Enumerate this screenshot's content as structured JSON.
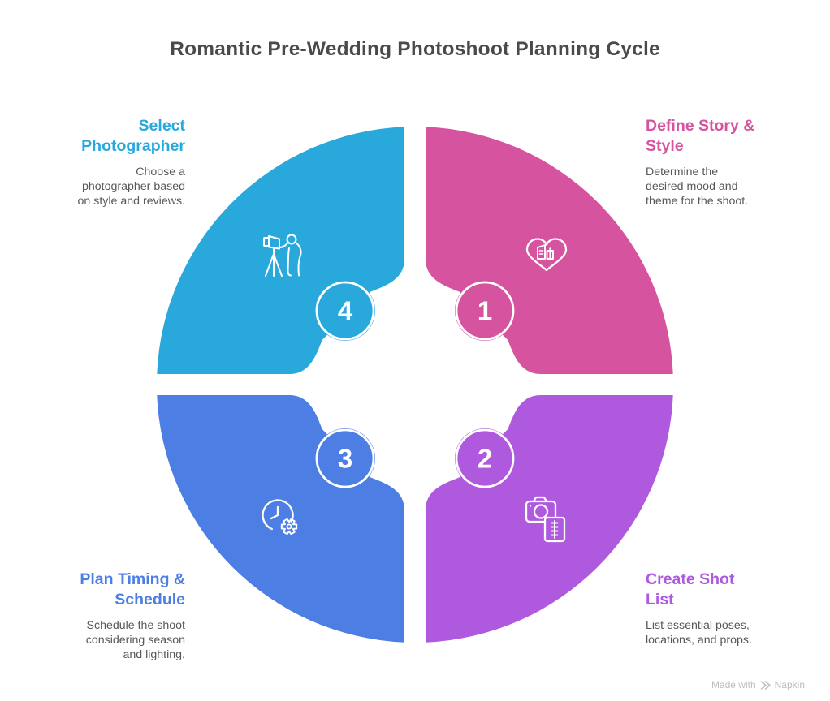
{
  "title": "Romantic Pre-Wedding Photoshoot Planning Cycle",
  "watermark": {
    "text": "Made with",
    "brand": "Napkin"
  },
  "steps": [
    {
      "number": "1",
      "position": "top-right",
      "color": "#D6549F",
      "title_lines": [
        "Define Story &",
        "Style"
      ],
      "desc_lines": [
        "Determine the",
        "desired mood and",
        "theme for the shoot."
      ],
      "icon": "heart-story-icon"
    },
    {
      "number": "2",
      "position": "bottom-right",
      "color": "#AF59DF",
      "title_lines": [
        "Create Shot",
        "List"
      ],
      "desc_lines": [
        "List essential poses,",
        "locations, and props."
      ],
      "icon": "camera-shot-list-icon"
    },
    {
      "number": "3",
      "position": "bottom-left",
      "color": "#4C7EE4",
      "title_lines": [
        "Plan Timing &",
        "Schedule"
      ],
      "desc_lines": [
        "Schedule the shoot",
        "considering season",
        "and lighting."
      ],
      "icon": "clock-gear-icon"
    },
    {
      "number": "4",
      "position": "top-left",
      "color": "#29A8DC",
      "title_lines": [
        "Select",
        "Photographer"
      ],
      "desc_lines": [
        "Choose a",
        "photographer based",
        "on style and reviews."
      ],
      "icon": "photographer-tripod-icon"
    }
  ]
}
